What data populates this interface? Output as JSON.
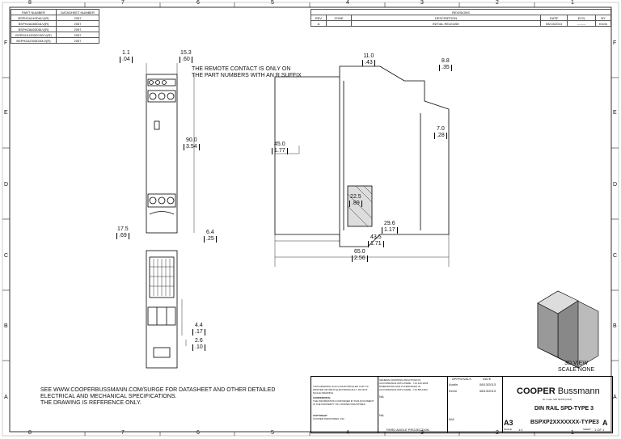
{
  "zones": {
    "cols": [
      "8",
      "7",
      "6",
      "5",
      "4",
      "3",
      "2",
      "1"
    ],
    "rows": [
      "F",
      "E",
      "D",
      "C",
      "B",
      "A"
    ]
  },
  "parts_table": {
    "headers": [
      "PART NUMBER",
      "DATASHEET NUMBER"
    ],
    "rows": [
      [
        "BSPH2A240DALV(R)",
        "2057"
      ],
      [
        "BSPH2A480D4LV(R)",
        "2057"
      ],
      [
        "BSPH2A600D6LV(R)",
        "2057"
      ],
      [
        "BSPH2A1300D130LV(R)",
        "2057"
      ],
      [
        "BSPH2A2300D30LV(R)",
        "2057"
      ]
    ]
  },
  "revisions": {
    "title": "REVISIONS",
    "headers": [
      "REV",
      "ZONE",
      "DESCRIPTION",
      "DATE",
      "ECN",
      "BY"
    ],
    "rows": [
      [
        "A",
        "",
        "INITIAL RELEASE",
        "08/13/2013",
        "--------",
        "Kevin"
      ]
    ]
  },
  "dims": {
    "d1": [
      "1.1",
      ".04"
    ],
    "d2": [
      "15.3",
      ".60"
    ],
    "d3": [
      "11.0",
      ".43"
    ],
    "d4": [
      "8.8",
      ".35"
    ],
    "d5": [
      "7.0",
      ".28"
    ],
    "d6": [
      "90.0",
      "3.54"
    ],
    "d7": [
      "45.0",
      "1.77"
    ],
    "d8": [
      "22.5",
      ".89"
    ],
    "d9": [
      "29.6",
      "1.17"
    ],
    "d10": [
      "43.5",
      "1.71"
    ],
    "d11": [
      "65.0",
      "2.56"
    ],
    "d12": [
      "17.5",
      ".69"
    ],
    "d13": [
      "6.4",
      ".25"
    ],
    "d14": [
      "4.4",
      ".17"
    ],
    "d15": [
      "2.6",
      ".10"
    ]
  },
  "note_remote": [
    "THE REMOTE CONTACT IS ONLY ON",
    "THE PART NUMBERS WITH AN R SUFFIX"
  ],
  "view3d": [
    "3D VIEW",
    "SCALE NONE"
  ],
  "note_main": [
    "SEE WWW.COOPERBUSSMANN.COM/SURGE FOR DATASHEET AND OTHER DETAILED",
    "ELECTRICAL AND MECHANICAL SPECIFICATIONS.",
    "THE DRAWING IS REFERENCE ONLY."
  ],
  "title_block": {
    "uncontrolled": "THIS DRAWING IS AN UNCONTROLLED COPY IF PRINTED OR SENT ELECTRONICALLY. DO NOT SCALE DRAWING.",
    "confidential_label": "CONFIDENTIAL",
    "confidential": "THE INFORMATION CONTAINED IN THIS DOCUMENT IS THE PROPERTY OF COOPER INDUSTRIES.",
    "copyright_label": "COPYRIGHT",
    "copyright": "COOPER INDUSTRIES, INC.",
    "practices": [
      "GENERAL DRAWING PRACTICES IN",
      "ACCORDANCE WITH ASME - Y14.100-2004",
      "DIMENSIONS AND TOLERANCES IN",
      "ACCORDANCE WITH ASME - Y14.5M-1994"
    ],
    "na1": "NA",
    "na2": "NA",
    "na3": "N/A",
    "projection": "THIRD ANGLE PROJECTION",
    "approvals": "APPROVALS",
    "date": "DATE",
    "drawn": "Austin",
    "drawn_date": "08/13/2013",
    "checked": "Kevin",
    "checked_date": "08/13/2013",
    "company_bold": "COOPER",
    "company": "Bussmann",
    "location": "St. Louis, MO 63178 (USA)",
    "title": "DIN RAIL SPD-TYPE 3",
    "size": "A3",
    "dwg_no": "BSPXP2XXXXXXX-TYPE3",
    "rev": "A",
    "scale_label": "SCALE",
    "scale": "1:1",
    "sheet_label": "SHEET",
    "sheet": "1 OF 1"
  }
}
